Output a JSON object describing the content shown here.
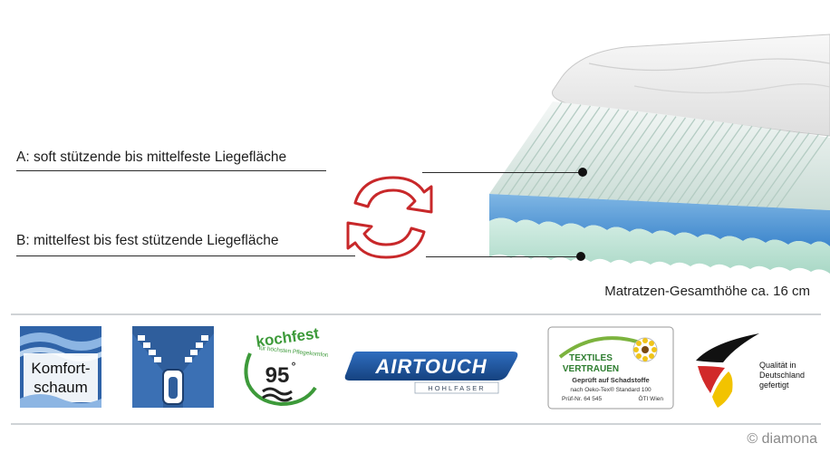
{
  "labels": {
    "a": "A: soft stützende bis mittelfeste Liegefläche",
    "b": "B: mittelfest bis fest stützende Liegefläche",
    "height": "Matratzen-Gesamthöhe ca. 16 cm"
  },
  "badges": {
    "komfort": {
      "line1": "Komfort-",
      "line2": "schaum"
    },
    "kochfest": {
      "title": "kochfest",
      "sub": "für höchsten Pflegekomfort",
      "temp": "95",
      "deg": "°"
    },
    "airtouch": {
      "brand": "AIRTOUCH",
      "sub": "HOHLFASER"
    },
    "oekotex": {
      "line1": "TEXTILES",
      "line2": "VERTRAUEN",
      "line3": "Geprüft auf Schadstoffe",
      "line4": "nach Oeko-Tex® Standard 100",
      "line5": "Prüf-Nr. 64 545",
      "line6": "ÖTI Wien"
    },
    "quality": {
      "line1": "Qualität in",
      "line2": "Deutschland",
      "line3": "gefertigt"
    }
  },
  "copyright": "© diamona",
  "colors": {
    "foam_blue": "#5a9fd8",
    "foam_green": "#bfe3d6",
    "arrow_red": "#c8282a",
    "airtouch_blue": "#1f5aa8",
    "kochfest_green": "#3d9a3a"
  }
}
